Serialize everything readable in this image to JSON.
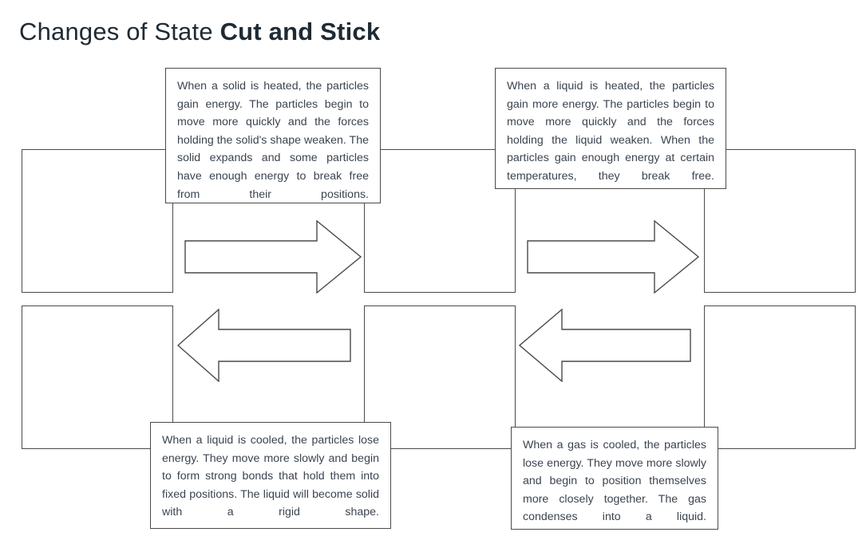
{
  "page": {
    "title_light": "Changes of State ",
    "title_bold": "Cut and Stick",
    "background_color": "#ffffff",
    "line_color": "#4a4a4a",
    "title_color": "#1f2a33",
    "body_text_color": "#3b4450"
  },
  "slots": [
    {
      "name": "slot-top-left",
      "label": ""
    },
    {
      "name": "slot-top-middle",
      "label": ""
    },
    {
      "name": "slot-top-right",
      "label": ""
    },
    {
      "name": "slot-bottom-left",
      "label": ""
    },
    {
      "name": "slot-bottom-middle",
      "label": ""
    },
    {
      "name": "slot-bottom-right",
      "label": ""
    }
  ],
  "arrows": [
    {
      "name": "arrow-right-top-left",
      "direction": "right"
    },
    {
      "name": "arrow-right-top-right",
      "direction": "right"
    },
    {
      "name": "arrow-left-bottom-left",
      "direction": "left"
    },
    {
      "name": "arrow-left-bottom-right",
      "direction": "left"
    }
  ],
  "cards": {
    "melting": "When a solid is heated, the particles gain energy. The particles begin to move more quickly and the forces holding the solid's shape weaken. The solid expands and some particles have enough energy to break free from their positions.",
    "evaporating": "When a liquid is heated, the particles gain more energy. The particles begin to move more quickly and the forces holding the liquid weaken. When the particles gain enough energy at certain temperatures, they break free.",
    "freezing": "When a liquid is cooled, the particles lose energy. They move more slowly and begin to form strong bonds that hold them into fixed positions. The liquid will become solid with a rigid shape.",
    "condensing": "When a gas is cooled, the particles lose energy. They move more slowly and begin to position themselves more closely together. The gas condenses into a liquid."
  }
}
